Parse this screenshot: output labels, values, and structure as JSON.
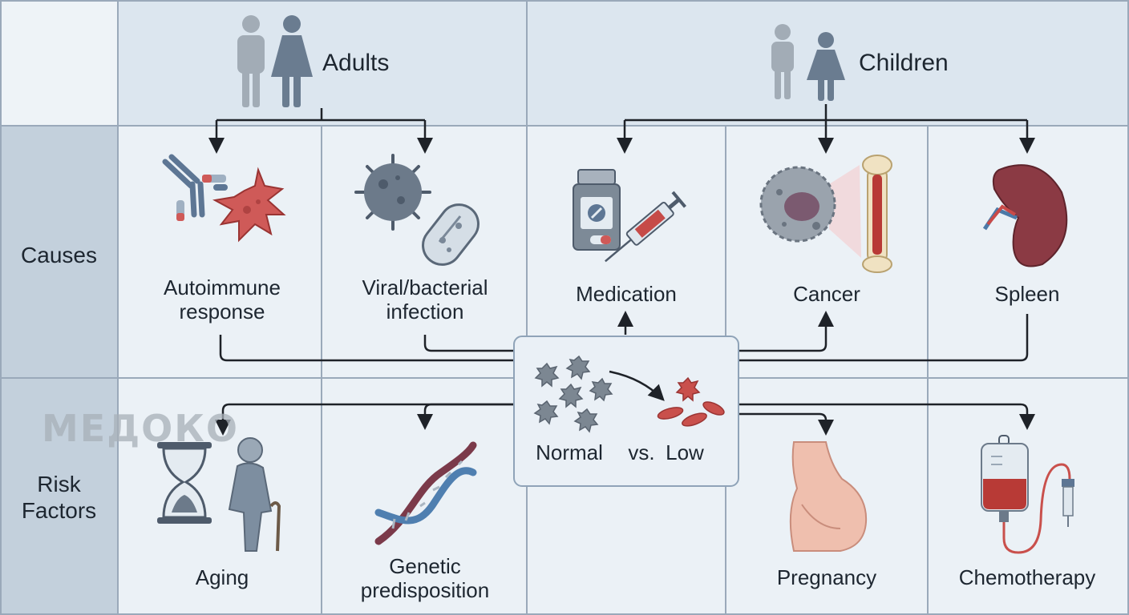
{
  "header": {
    "adults": "Adults",
    "children": "Children"
  },
  "rows": {
    "causes": "Causes",
    "risk_line1": "Risk",
    "risk_line2": "Factors"
  },
  "causes": {
    "autoimmune_1": "Autoimmune",
    "autoimmune_2": "response",
    "infection_1": "Viral/bacterial",
    "infection_2": "infection",
    "medication": "Medication",
    "cancer": "Cancer",
    "spleen": "Spleen"
  },
  "center": {
    "normal": "Normal",
    "vs": "vs.",
    "low": "Low"
  },
  "risks": {
    "aging": "Aging",
    "genetic_1": "Genetic",
    "genetic_2": "predisposition",
    "pregnancy": "Pregnancy",
    "chemotherapy": "Chemotherapy"
  },
  "watermark": "МЕДОКО",
  "colors": {
    "grid": "#9aa9ba",
    "left_col": "#c3d0dc",
    "header_bg": "#dce6ef",
    "cell_bg": "#ebf1f6",
    "arrow": "#1e2228",
    "platelet_normal": "#7c8792",
    "platelet_low": "#c9504c"
  }
}
